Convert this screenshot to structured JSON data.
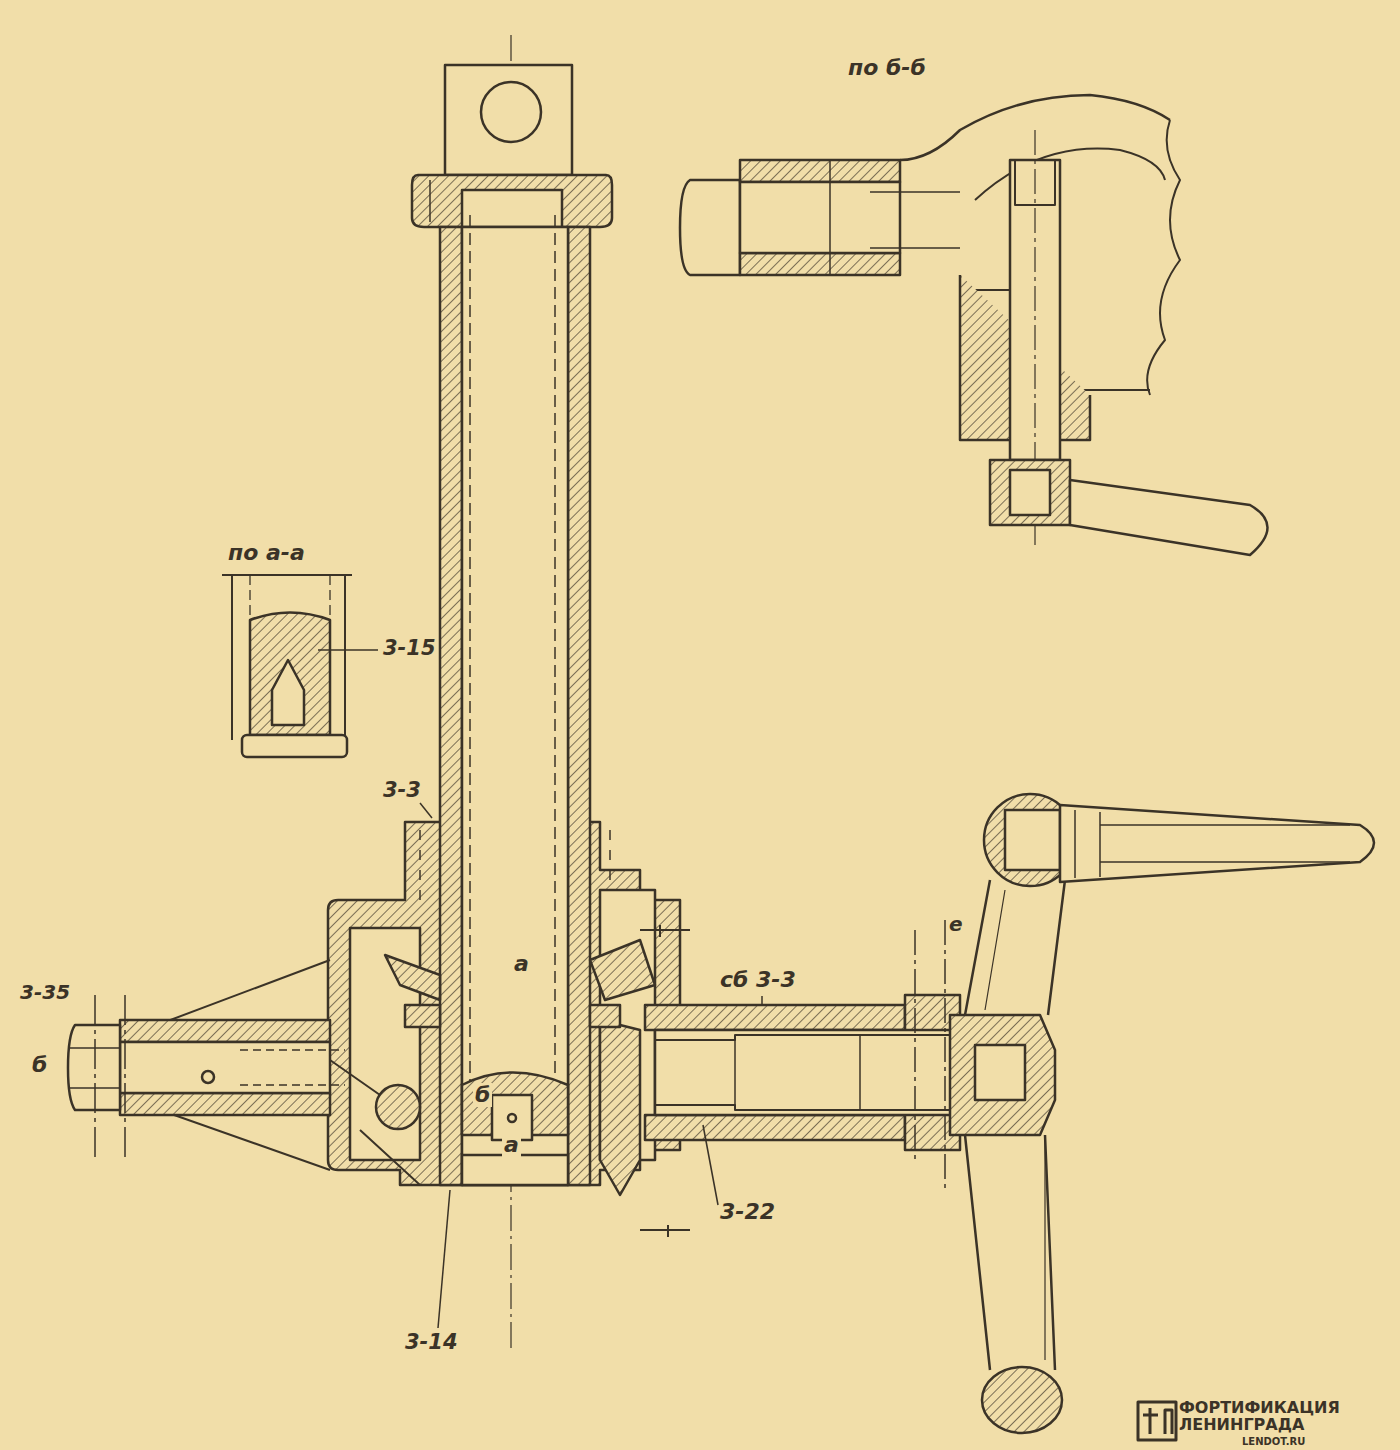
{
  "diagram": {
    "labels": [
      "по б-б",
      "по а-а",
      "3-15",
      "3-3",
      "а",
      "б",
      "а",
      "3-35",
      "б",
      "сб 3-3",
      "е",
      "3-22",
      "3-14",
      "ФОРТИФИКАЦИЯ ЛЕНИНГРАДА",
      "LENDOT.RU"
    ]
  }
}
